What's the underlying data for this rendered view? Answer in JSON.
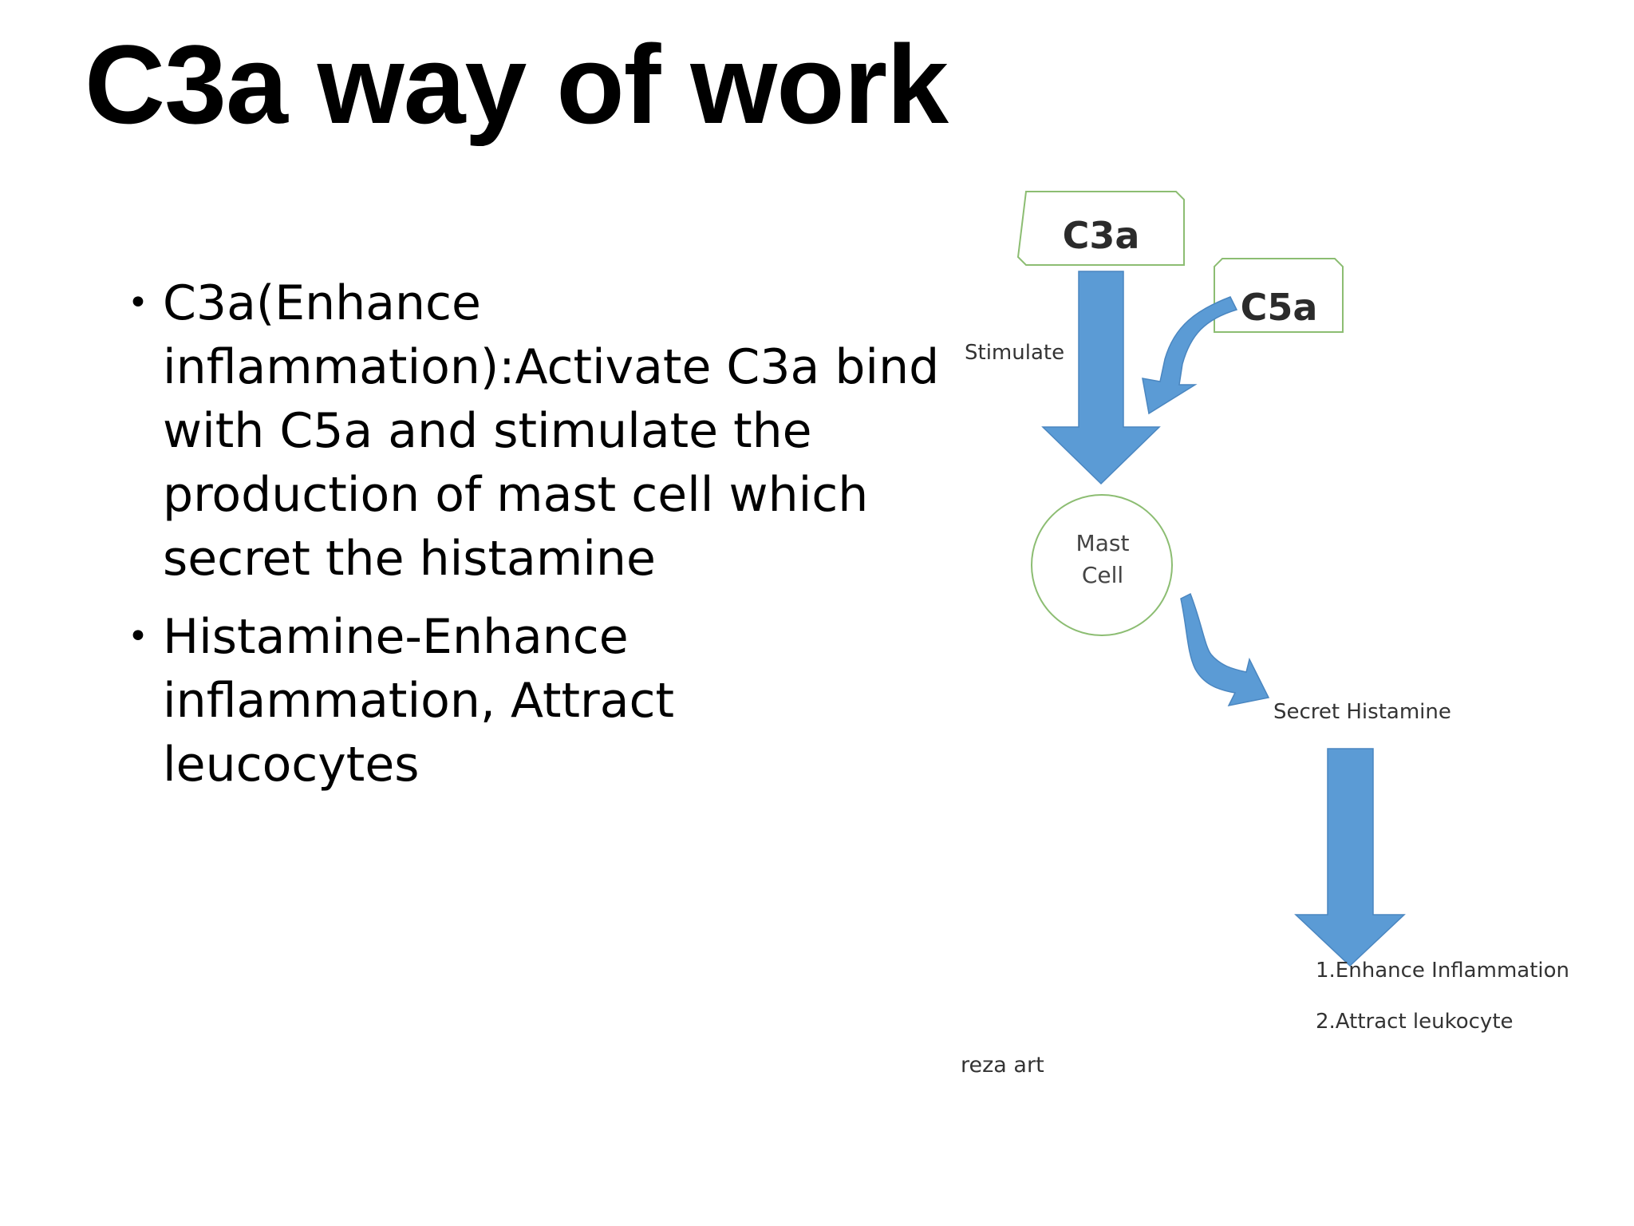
{
  "slide": {
    "title": "C3a way of work",
    "bullets": [
      "C3a(Enhance inflammation):Activate C3a bind with C5a and stimulate the production of mast cell which secret the histamine",
      "Histamine-Enhance inflammation, Attract leucocytes"
    ]
  },
  "diagram": {
    "c3a_box": "C3a",
    "c5a_box": "C5a",
    "stimulate_label": "Stimulate",
    "mast_cell_line1": "Mast",
    "mast_cell_line2": "Cell",
    "secret_histamine_label": "Secret Histamine",
    "effect_1": "1.Enhance Inflammation",
    "effect_2": "2.Attract leukocyte",
    "credit": "reza art"
  },
  "colors": {
    "arrow_fill": "#5b9bd5",
    "arrow_edge": "#4a86c0",
    "box_border": "#8cbd72",
    "title_color": "#000000"
  },
  "icons": {
    "bullet": "bullet-dot-icon"
  }
}
